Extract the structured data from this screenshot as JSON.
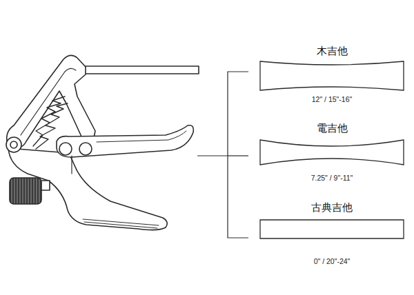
{
  "diagram": {
    "nodes": [
      {
        "text": [
          "木吉他",
          "12\" / 15\"-16\""
        ]
      },
      {
        "text": [
          "電吉他",
          "7.25\" / 9\"-11\""
        ]
      },
      {
        "text": [
          "古典吉他",
          "0\" / 20\"-24\""
        ]
      }
    ]
  }
}
